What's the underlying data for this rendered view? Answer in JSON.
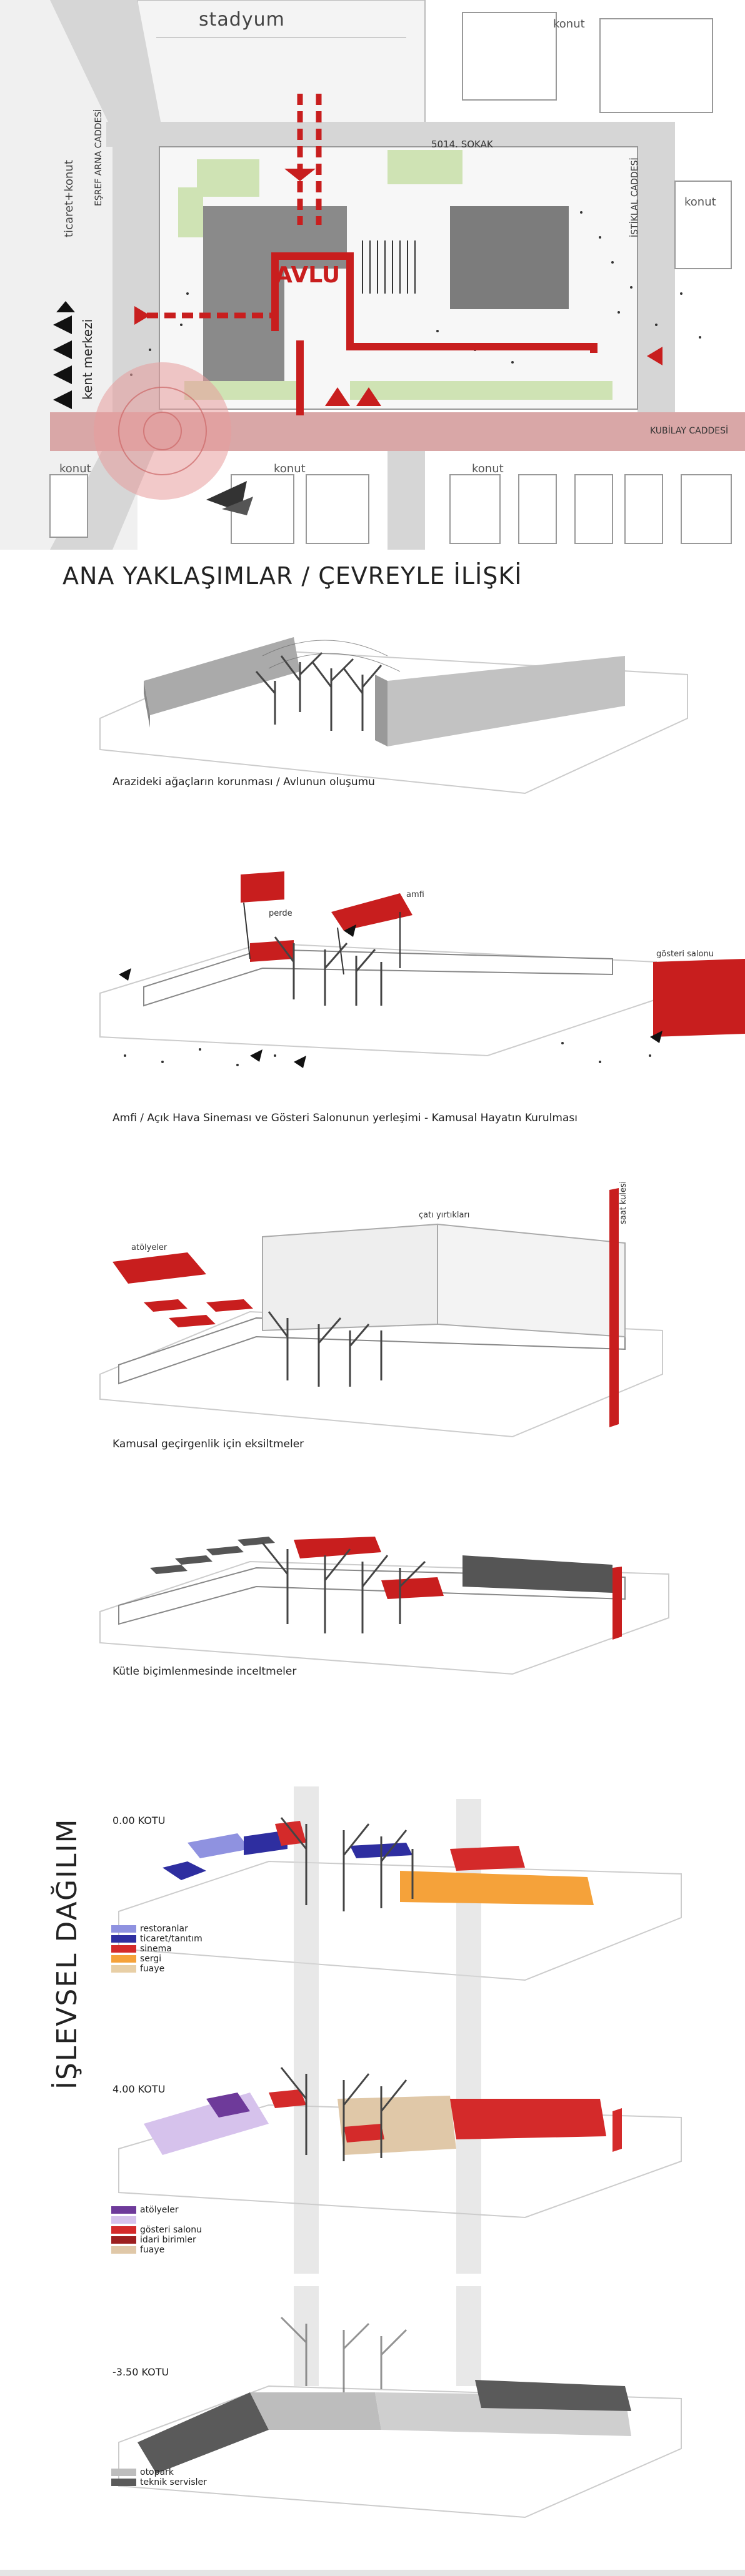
{
  "site_plan": {
    "stadium_label": "stadyum",
    "labels": {
      "konut_top": "konut",
      "konut_right": "konut",
      "konut_bottom_left": "konut",
      "konut_bottom_mid": "konut",
      "konut_bottom_right": "konut",
      "sokak": "5014. SOKAK",
      "esref_arna": "EŞREF ARNA CADDESİ",
      "istiklal": "İSTİKLAL CADDESİ",
      "ticaret_konut": "ticaret+konut",
      "kent_merkezi": "kent merkezi",
      "kubilay": "KUBİLAY CADDESİ",
      "avlu": "AVLU"
    },
    "colors": {
      "accent": "#c81e1e",
      "road": "#d9a7a7",
      "block": "#8a8a8a",
      "green": "#cfe3b4"
    }
  },
  "section_title": "ANA YAKLAŞIMLAR / ÇEVREYLE İLİŞKİ",
  "steps": [
    {
      "caption": "Arazideki ağaçların korunması / Avlunun oluşumu"
    },
    {
      "caption": "Amfi / Açık Hava Sineması ve Gösteri Salonunun yerleşimi  - Kamusal Hayatın Kurulması",
      "labels": {
        "perde": "perde",
        "amfi": "amfi",
        "gosteri": "gösteri salonu"
      }
    },
    {
      "caption": "Kamusal geçirgenlik için eksiltmeler",
      "labels": {
        "atolyeler": "atölyeler",
        "cati": "çatı yırtıkları",
        "saat": "saat kulesi"
      }
    },
    {
      "caption": "Kütle biçimlenmesinde inceltmeler"
    }
  ],
  "functional": {
    "title": "İŞLEVSEL DAĞILIM",
    "levels": [
      {
        "kot": "0.00 KOTU",
        "legend": [
          {
            "label": "restoranlar",
            "color": "#8f92e0"
          },
          {
            "label": "ticaret/tanıtım",
            "color": "#2e2ea0"
          },
          {
            "label": "sinema",
            "color": "#d42a2a"
          },
          {
            "label": "sergi",
            "color": "#f5a23a"
          },
          {
            "label": "fuaye",
            "color": "#e8cfa6"
          }
        ]
      },
      {
        "kot": "4.00 KOTU",
        "legend": [
          {
            "label": "atölyeler",
            "color": "#6e3a9a"
          },
          {
            "label": "",
            "color": "#d6c2ec"
          },
          {
            "label": "gösteri salonu",
            "color": "#d42a2a"
          },
          {
            "label": "idari birimler",
            "color": "#9c1f1f"
          },
          {
            "label": "fuaye",
            "color": "#e0c8a8"
          }
        ]
      },
      {
        "kot": "-3.50 KOTU",
        "legend": [
          {
            "label": "otopark",
            "color": "#bdbdbd"
          },
          {
            "label": "teknik servisler",
            "color": "#5a5a5a"
          }
        ]
      }
    ]
  }
}
